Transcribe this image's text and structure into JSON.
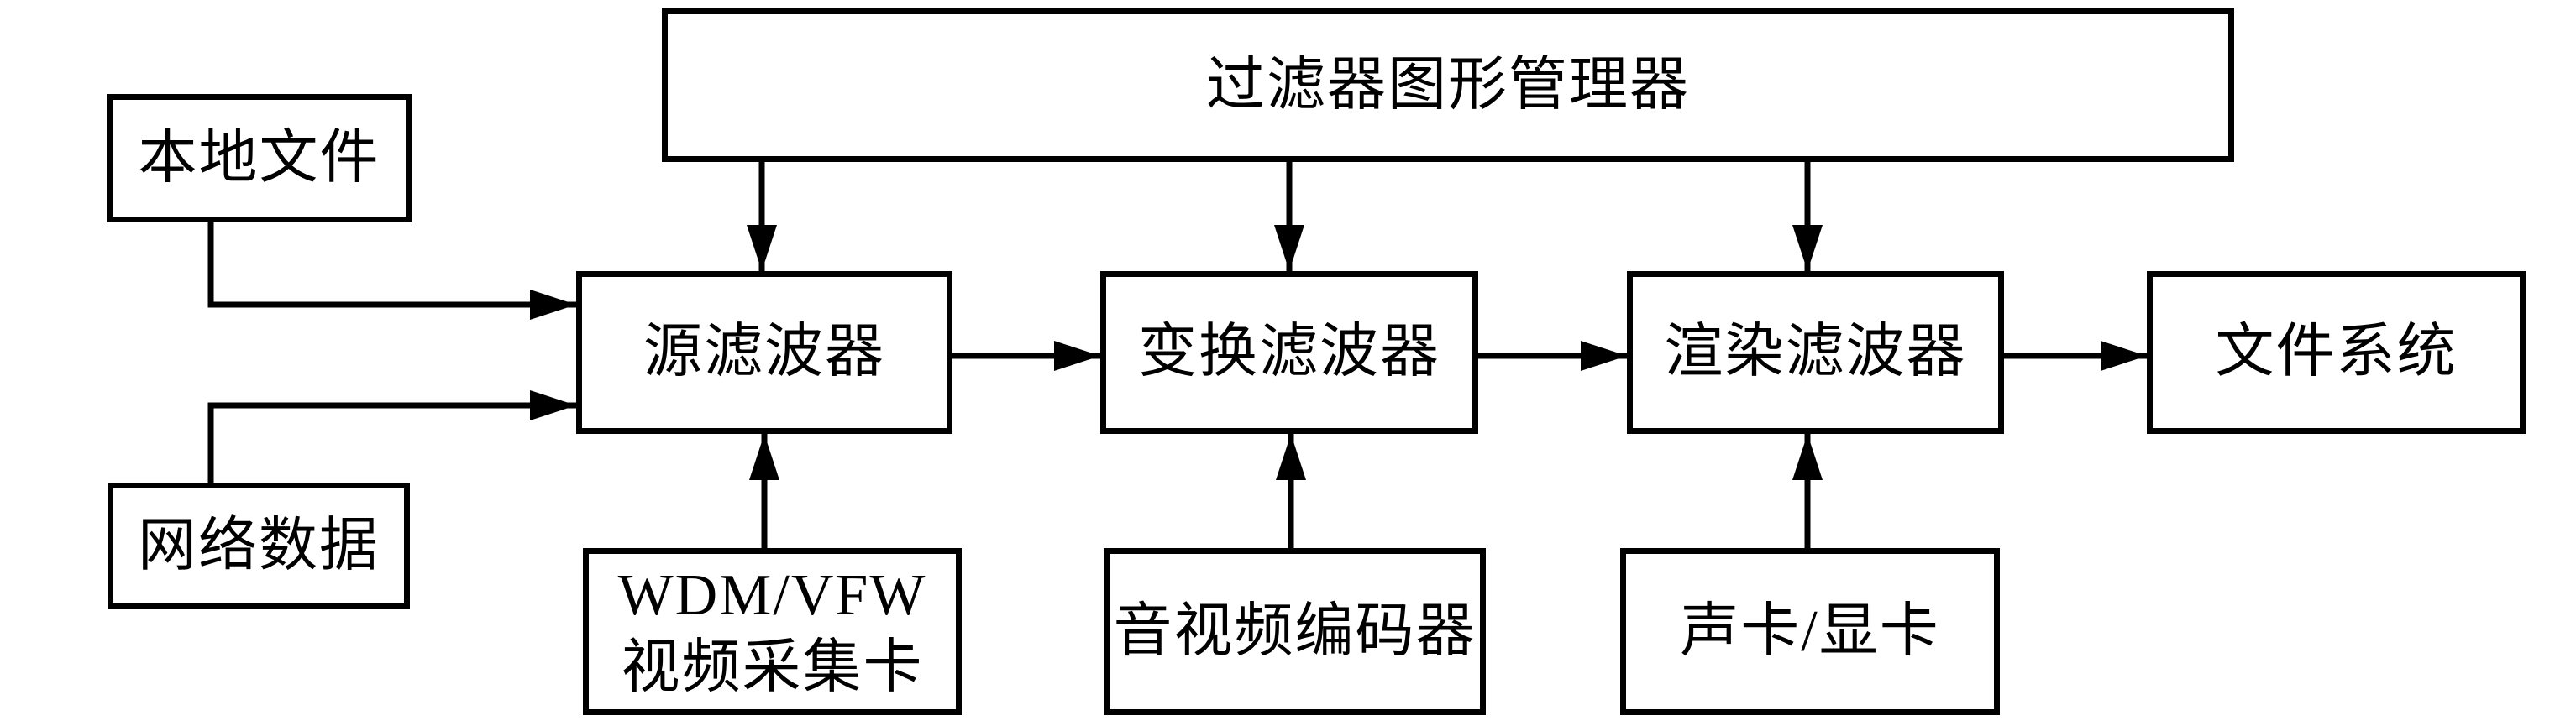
{
  "colors": {
    "background": "#ffffff",
    "line": "#000000",
    "box_fill": "#ffffff",
    "text": "#000000"
  },
  "diagram": {
    "manager": {
      "label": "过滤器图形管理器"
    },
    "inputs": {
      "local_file": {
        "label": "本地文件"
      },
      "network_data": {
        "label": "网络数据"
      }
    },
    "filters": {
      "source": {
        "label": "源滤波器"
      },
      "transform": {
        "label": "变换滤波器"
      },
      "render": {
        "label": "渲染滤波器"
      }
    },
    "output": {
      "file_system": {
        "label": "文件系统"
      }
    },
    "devices": {
      "capture_card": {
        "label_line1": "WDM/VFW",
        "label_line2": "视频采集卡"
      },
      "encoder": {
        "label": "音视频编码器"
      },
      "sound_card": {
        "label": "声卡/显卡"
      }
    }
  }
}
